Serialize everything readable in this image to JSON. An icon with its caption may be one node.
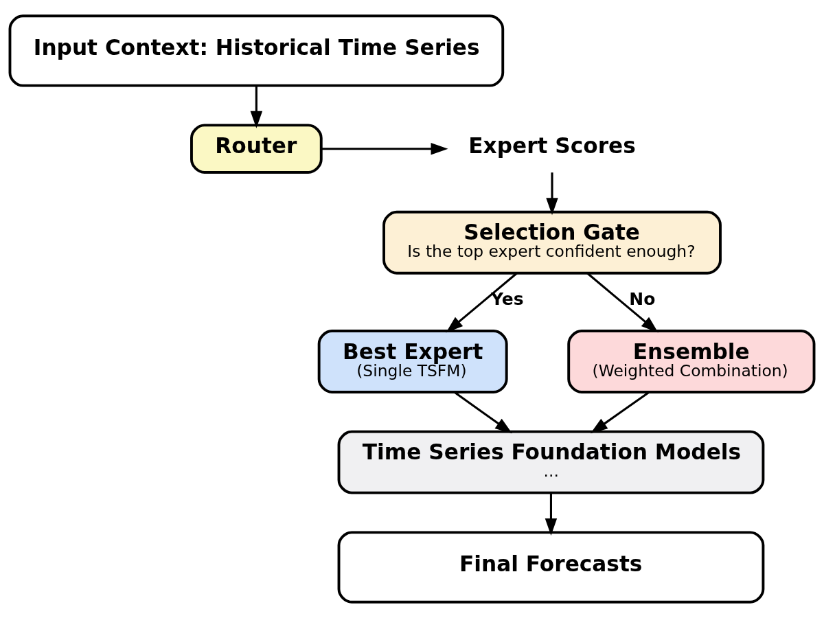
{
  "diagram": {
    "nodes": [
      {
        "text": [
          "Input Context: Historical Time Series"
        ]
      },
      {
        "text": [
          "Router"
        ]
      },
      {
        "text": [
          "Expert Scores"
        ]
      },
      {
        "text": [
          "Selection Gate",
          "Is the top expert confident enough?"
        ]
      },
      {
        "text": [
          "Best Expert",
          "(Single TSFM)"
        ]
      },
      {
        "text": [
          "Ensemble",
          "(Weighted Combination)"
        ]
      },
      {
        "text": [
          "Time Series Foundation Models",
          "..."
        ]
      },
      {
        "text": [
          "Final Forecasts"
        ]
      }
    ],
    "edges": [
      {
        "from": 0,
        "to": 1,
        "arrow": "to"
      },
      {
        "from": 1,
        "to": 2,
        "arrow": "to"
      },
      {
        "from": 2,
        "to": 3,
        "arrow": "to"
      },
      {
        "from": 3,
        "to": 4,
        "arrow": "to",
        "label": "Yes"
      },
      {
        "from": 3,
        "to": 5,
        "arrow": "to",
        "label": "No"
      },
      {
        "from": 4,
        "to": 6,
        "arrow": "to"
      },
      {
        "from": 5,
        "to": 6,
        "arrow": "to"
      },
      {
        "from": 6,
        "to": 7,
        "arrow": "to"
      }
    ]
  }
}
